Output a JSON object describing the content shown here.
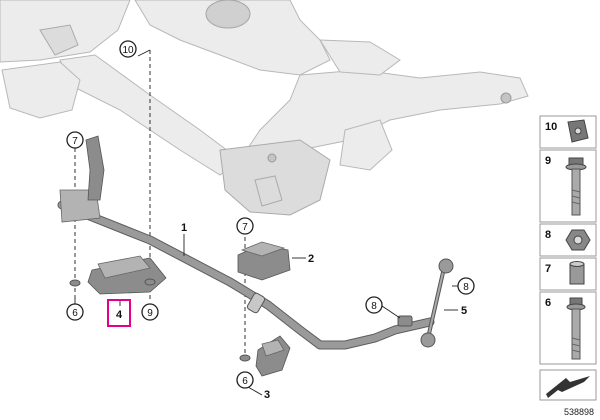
{
  "diagram": {
    "callouts": {
      "c10": "10",
      "c7a": "7",
      "c7b": "7",
      "c6a": "6",
      "c9": "9",
      "c6b": "6",
      "c8a": "8",
      "c8b": "8"
    },
    "labels": {
      "l1": "1",
      "l2": "2",
      "l3": "3",
      "l4": "4",
      "l5": "5"
    },
    "highlight_color": "#e4008c"
  },
  "parts_panel": {
    "items": [
      {
        "number": "10",
        "icon": "clip-nut-icon"
      },
      {
        "number": "9",
        "icon": "flange-bolt-icon"
      },
      {
        "number": "8",
        "icon": "hex-nut-icon"
      },
      {
        "number": "7",
        "icon": "sleeve-icon"
      },
      {
        "number": "6",
        "icon": "long-bolt-icon"
      }
    ]
  },
  "reference_number": "538898"
}
